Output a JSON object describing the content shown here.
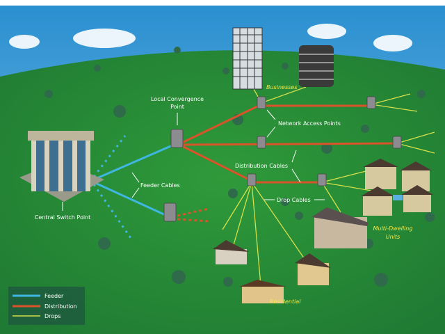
{
  "labels": {
    "businesses": "Businesses",
    "local_convergence_1": "Local Convergence",
    "local_convergence_2": "Point",
    "network_access_points": "Network Access Points",
    "distribution_cables": "Distribution Cables",
    "feeder_cables": "Feeder Cables",
    "drop_cables": "Drop Cables",
    "central_switch_point": "Central Switch Point",
    "multi_dwelling_1": "Multi-Dwelling",
    "multi_dwelling_2": "Units",
    "residential": "Residential"
  },
  "legend": [
    {
      "label": "Feeder",
      "color": "#3fb6e0"
    },
    {
      "label": "Distribution",
      "color": "#d9532b"
    },
    {
      "label": "Drops",
      "color": "#d7e04a"
    }
  ]
}
